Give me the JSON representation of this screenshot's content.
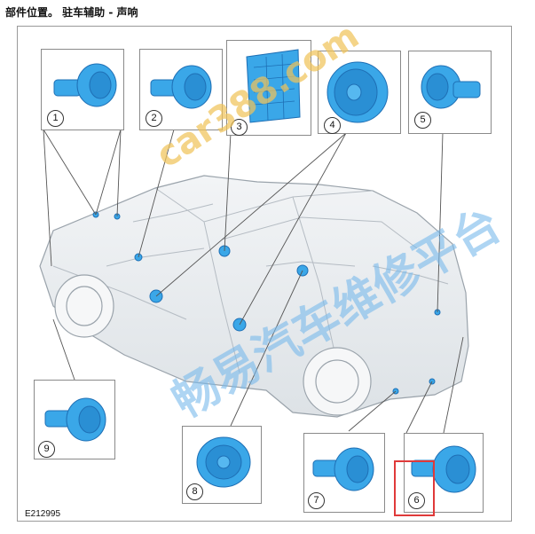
{
  "header": {
    "title": "部件位置。 驻车辅助 - 声响"
  },
  "figure_id": "E212995",
  "watermarks": {
    "site": "car388.com",
    "platform": "畅易汽车维修平台"
  },
  "callouts": [
    {
      "num": "1",
      "icon": "parking-sensor-icon"
    },
    {
      "num": "2",
      "icon": "parking-sensor-icon"
    },
    {
      "num": "3",
      "icon": "control-module-icon"
    },
    {
      "num": "4",
      "icon": "speaker-icon"
    },
    {
      "num": "5",
      "icon": "parking-sensor-icon"
    },
    {
      "num": "6",
      "icon": "parking-sensor-icon"
    },
    {
      "num": "7",
      "icon": "parking-sensor-icon"
    },
    {
      "num": "8",
      "icon": "speaker-icon"
    },
    {
      "num": "9",
      "icon": "parking-sensor-icon"
    }
  ],
  "colors": {
    "component": "#3aa7e8",
    "component_dark": "#1e6fb5",
    "highlight": "#e03a3a",
    "car_outline": "#9aa3ab"
  }
}
